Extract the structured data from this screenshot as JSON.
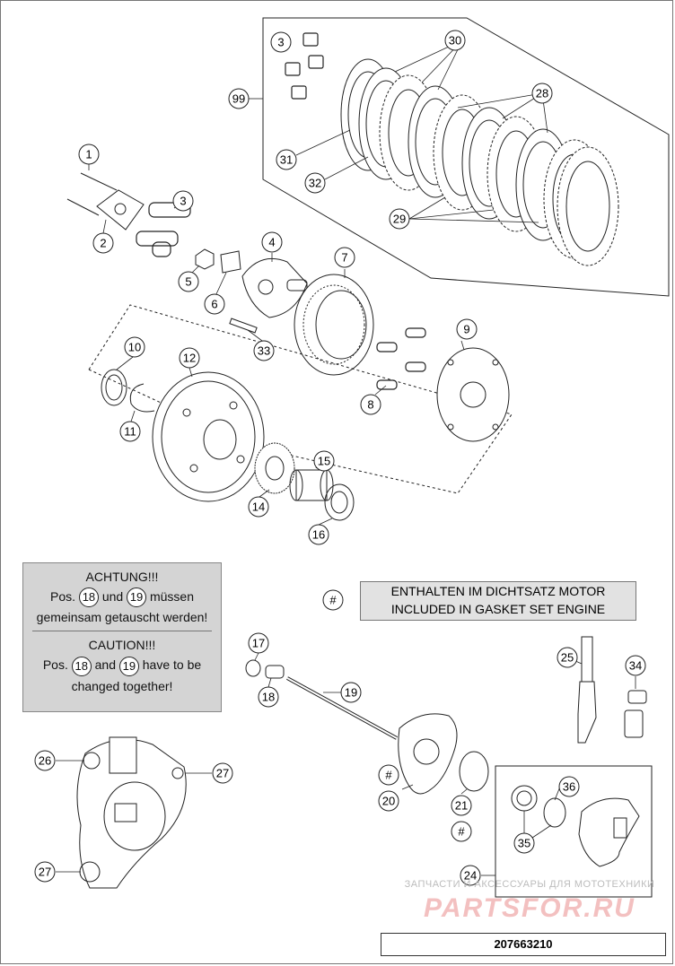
{
  "callouts": {
    "c1": "1",
    "c2": "2",
    "c3a": "3",
    "c3b": "3",
    "c4": "4",
    "c5": "5",
    "c6": "6",
    "c7": "7",
    "c8": "8",
    "c9": "9",
    "c10": "10",
    "c11": "11",
    "c12": "12",
    "c14": "14",
    "c15": "15",
    "c16": "16",
    "c17": "17",
    "c18": "18",
    "c19": "19",
    "c20": "20",
    "c21": "21",
    "c24": "24",
    "c25": "25",
    "c26": "26",
    "c27a": "27",
    "c27b": "27",
    "c28": "28",
    "c29": "29",
    "c30": "30",
    "c31": "31",
    "c32": "32",
    "c33": "33",
    "c34": "34",
    "c35": "35",
    "c36": "36",
    "c99": "99",
    "hash1": "#",
    "hash20": "#",
    "hash21": "#"
  },
  "warning_note": {
    "de_title": "ACHTUNG!!!",
    "de_prefix": "Pos.",
    "de_ref1": "18",
    "de_mid": "und",
    "de_ref2": "19",
    "de_suffix": "müssen",
    "de_line3": "gemeinsam getauscht werden!",
    "en_title": "CAUTION!!!",
    "en_prefix": "Pos.",
    "en_ref1": "18",
    "en_mid": "and",
    "en_ref2": "19",
    "en_suffix": "have to be",
    "en_line3": "changed together!"
  },
  "legend": {
    "symbol": "#",
    "line_de": "ENTHALTEN IM DICHTSATZ MOTOR",
    "line_en": "INCLUDED IN GASKET SET ENGINE"
  },
  "watermark": {
    "line1": "ЗАПЧАСТИ И АКСЕССУАРЫ ДЛЯ МОТОТЕХНИКИ",
    "line2": "PARTSFOR.RU"
  },
  "document_number": "207663210",
  "colors": {
    "line": "#222222",
    "note_bg": "#d4d4d4",
    "watermark_red": "#f3c0c0"
  }
}
